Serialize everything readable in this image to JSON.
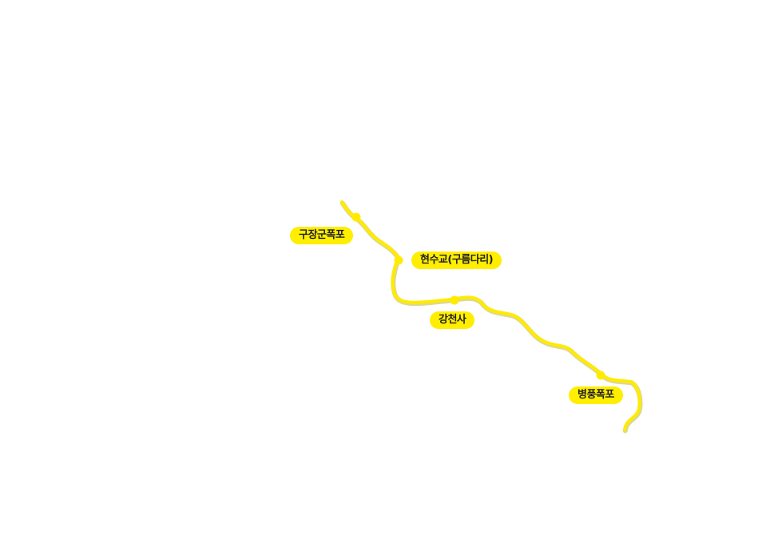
{
  "colors": {
    "trail": "#ffeb00",
    "trail_shadow": "#b5a900",
    "label_bg": "#ffee00",
    "label_text": "#222222",
    "background": "#ffffff"
  },
  "stops": [
    {
      "id": "gujanggun",
      "name": "구장군폭포"
    },
    {
      "id": "hyeonsugyo",
      "name": "현수교(구름다리)"
    },
    {
      "id": "gangcheonsa",
      "name": "강천사"
    },
    {
      "id": "byeongpung",
      "name": "병풍폭포"
    }
  ]
}
